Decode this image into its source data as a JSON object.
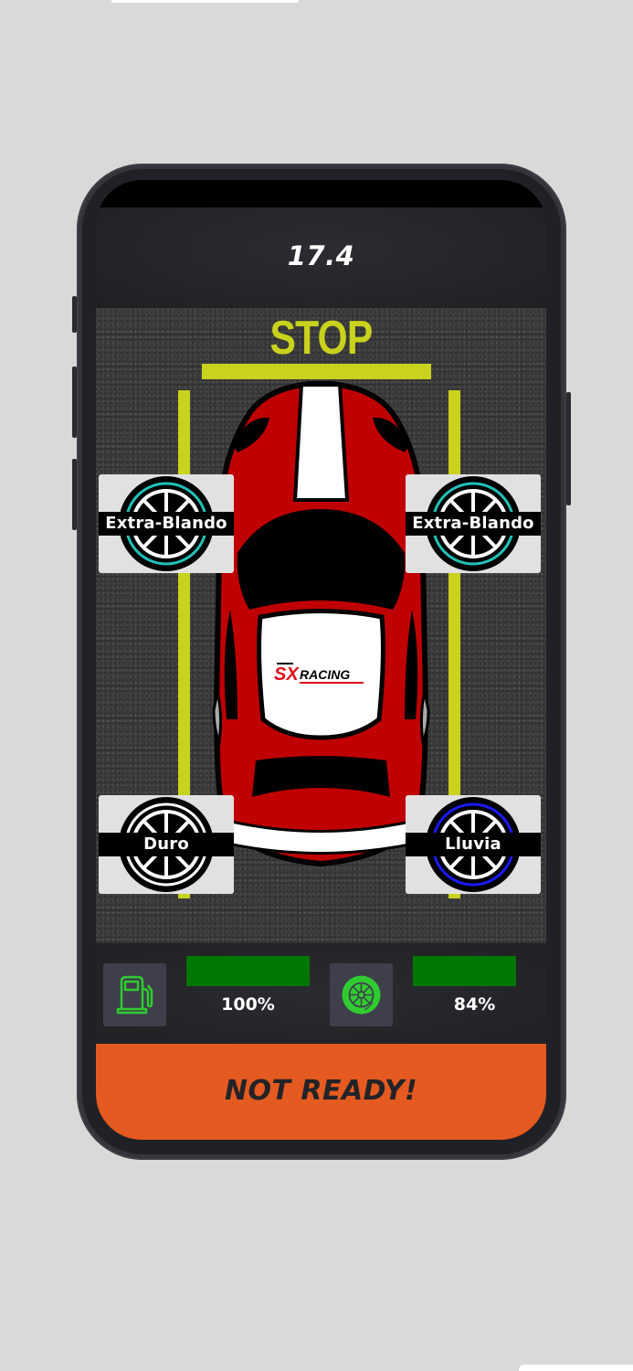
{
  "header": {
    "timer": "17.4"
  },
  "track": {
    "stop_label": "STOP",
    "car_logo": {
      "prefix": "SX",
      "suffix": "RACING"
    }
  },
  "tires": {
    "front_left": {
      "label": "Extra-Blando",
      "ring_color": "#1fc2b8"
    },
    "front_right": {
      "label": "Extra-Blando",
      "ring_color": "#1fc2b8"
    },
    "rear_left": {
      "label": "Duro",
      "ring_color": "#ffffff"
    },
    "rear_right": {
      "label": "Lluvia",
      "ring_color": "#1a1aff"
    }
  },
  "stats": {
    "fuel": {
      "icon": "fuel-pump-icon",
      "percent": 100,
      "label": "100%"
    },
    "tire_wear": {
      "icon": "tire-icon",
      "percent": 84,
      "label": "84%"
    },
    "bar_color": "#007700",
    "icon_color": "#2fcc2f"
  },
  "status_button": {
    "label": "NOT READY!",
    "color": "#e55a20"
  }
}
